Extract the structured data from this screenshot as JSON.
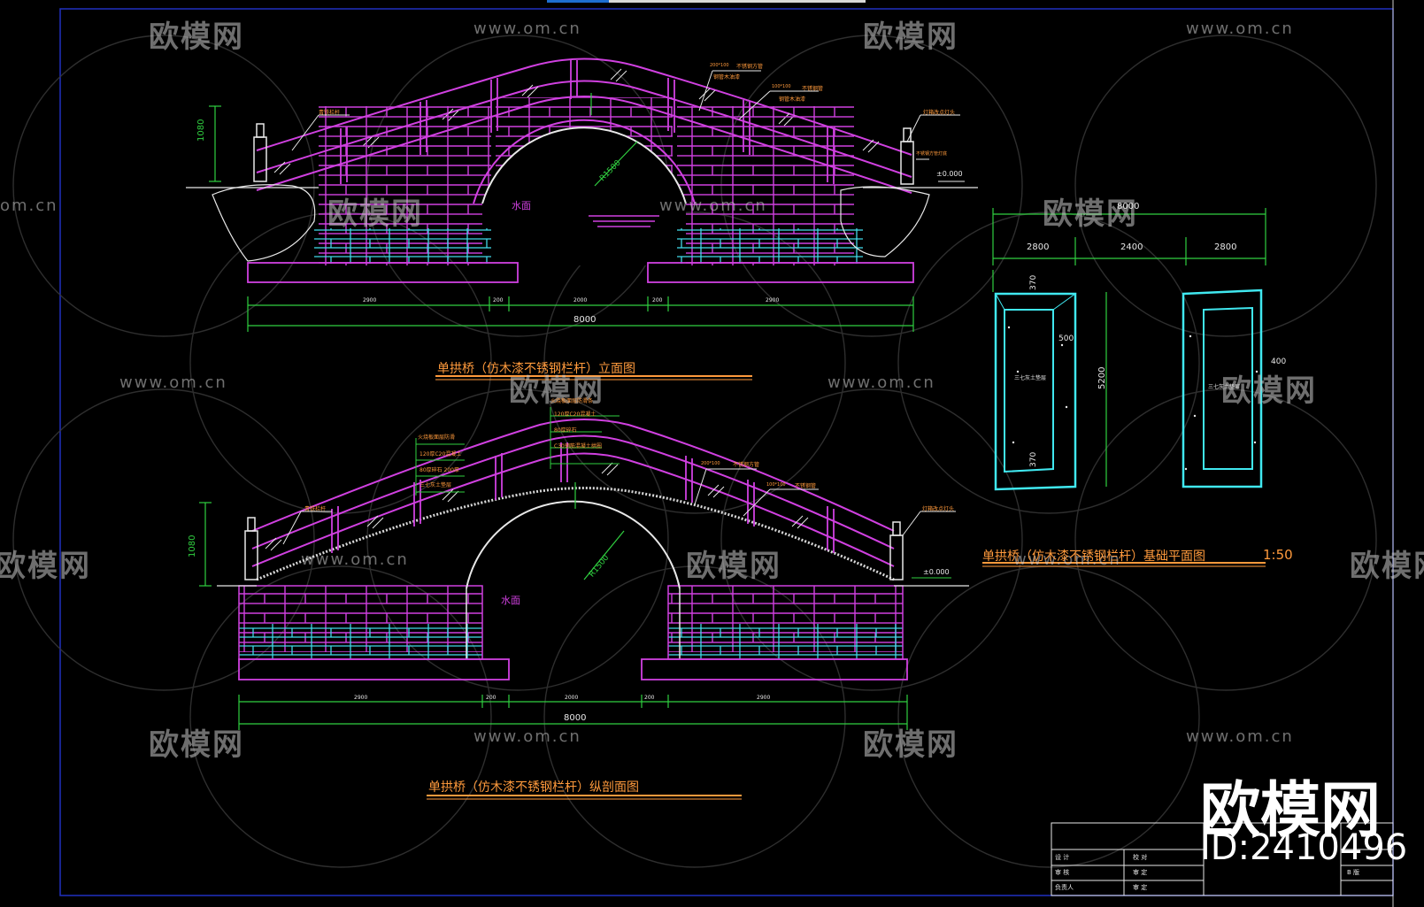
{
  "watermark": {
    "brand": "欧模网",
    "url": "www.om.cn",
    "partial_url": "om.cn",
    "partial_brand": "欧模网"
  },
  "elevation": {
    "title": "单拱桥（仿木漆不锈钢栏杆）立面图",
    "height_label": "1080",
    "water_label": "水面",
    "radius_label": "R1500",
    "total_width": "8000",
    "segments": [
      "2900",
      "200",
      "2000",
      "200",
      "2900"
    ],
    "annot_left": "青铁栏杆",
    "annot_top_a": "200*100",
    "annot_top_b": "不锈钢方管",
    "annot_top_c": "钢管木油漆",
    "annot_mid_a": "100*100",
    "annot_mid_b": "不锈钢管",
    "annot_mid_c": "钢管木油漆",
    "annot_right_a": "灯箱改点灯头",
    "annot_right_b": "不锈钢方管灯底",
    "level": "±0.000"
  },
  "section": {
    "title": "单拱桥（仿木漆不锈钢栏杆）纵剖面图",
    "height_label": "1080",
    "water_label": "水面",
    "radius_label": "R1500",
    "total_width": "8000",
    "segments": [
      "2900",
      "200",
      "2000",
      "200",
      "2900"
    ],
    "layers": [
      "火烧板面层防滑条",
      "120厚C20混凝土",
      "80厚碎石",
      "C30钢筋混凝土拱圈"
    ],
    "layers_left": [
      "火烧板面层防滑",
      "120厚C20混凝土",
      "80厚碎石 200厚",
      "三七灰土垫层"
    ],
    "annot_left": "青铁栏杆",
    "annot_top_a": "200*100",
    "annot_top_b": "不锈钢方管",
    "annot_mid_a": "100*100",
    "annot_mid_b": "不锈钢管",
    "annot_right": "灯箱改点灯头",
    "level": "±0.000"
  },
  "plan": {
    "title": "单拱桥（仿木漆不锈钢栏杆）基础平面图",
    "scale": "1:50",
    "total_width": "8000",
    "segments": [
      "2800",
      "2400",
      "2800"
    ],
    "depth": "5200",
    "dim_370_top": "370",
    "dim_370_bottom": "370",
    "dim_500": "500",
    "dim_400": "400",
    "label_left": "三七灰土垫层",
    "label_right": "三七灰土垫层"
  },
  "title_block": {
    "rows": [
      "设 计",
      "审 核",
      "负责人"
    ],
    "rows2": [
      "校 对",
      "审 定",
      "审 定"
    ],
    "right_small": "B 版",
    "id": "ID:2410496",
    "brand": "欧模网"
  },
  "colors": {
    "magenta": "#d040e0",
    "cyan": "#40e8f0",
    "green": "#30d040",
    "white": "#e8e8e8",
    "orange": "#ff9a3c",
    "frame": "#2030c0"
  }
}
